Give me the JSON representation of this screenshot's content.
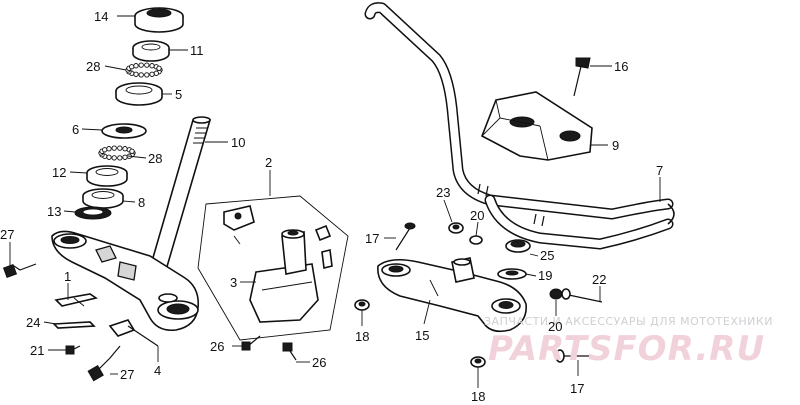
{
  "callouts": [
    {
      "id": "c1",
      "text": "14"
    },
    {
      "id": "c2",
      "text": "11"
    },
    {
      "id": "c3",
      "text": "28"
    },
    {
      "id": "c4",
      "text": "5"
    },
    {
      "id": "c5",
      "text": "6"
    },
    {
      "id": "c6",
      "text": "10"
    },
    {
      "id": "c7",
      "text": "28"
    },
    {
      "id": "c8",
      "text": "12"
    },
    {
      "id": "c9",
      "text": "8"
    },
    {
      "id": "c10",
      "text": "13"
    },
    {
      "id": "c11",
      "text": "27"
    },
    {
      "id": "c12",
      "text": "1"
    },
    {
      "id": "c13",
      "text": "24"
    },
    {
      "id": "c14",
      "text": "21"
    },
    {
      "id": "c15",
      "text": "27"
    },
    {
      "id": "c16",
      "text": "4"
    },
    {
      "id": "c17",
      "text": "2"
    },
    {
      "id": "c18",
      "text": "3"
    },
    {
      "id": "c19",
      "text": "26"
    },
    {
      "id": "c20",
      "text": "26"
    },
    {
      "id": "c21",
      "text": "18"
    },
    {
      "id": "c22",
      "text": "16"
    },
    {
      "id": "c23",
      "text": "9"
    },
    {
      "id": "c24",
      "text": "7"
    },
    {
      "id": "c25",
      "text": "23"
    },
    {
      "id": "c26",
      "text": "20"
    },
    {
      "id": "c27",
      "text": "17"
    },
    {
      "id": "c28",
      "text": "25"
    },
    {
      "id": "c29",
      "text": "19"
    },
    {
      "id": "c30",
      "text": "22"
    },
    {
      "id": "c31",
      "text": "15"
    },
    {
      "id": "c32",
      "text": "20"
    },
    {
      "id": "c33",
      "text": "17"
    },
    {
      "id": "c34",
      "text": "18"
    }
  ],
  "watermark": {
    "tagline": "ЗАПЧАСТИ И АКСЕССУАРЫ ДЛЯ МОТОТЕХНИКИ",
    "site": "PARTSFOR.RU"
  }
}
